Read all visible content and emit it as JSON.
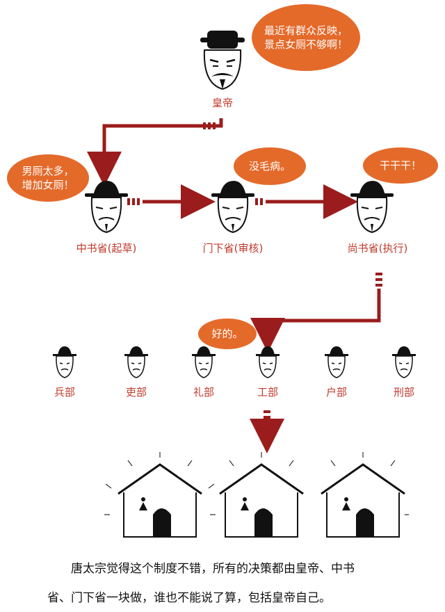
{
  "emperor": {
    "label": "皇帝",
    "speech": "最近有群众反映，景点女厕不够啊！"
  },
  "zhongshu": {
    "label": "中书省(起草)",
    "speech": "男厕太多，增加女厕！"
  },
  "menxia": {
    "label": "门下省(审核)",
    "speech": "没毛病。"
  },
  "shangshu": {
    "label": "尚书省(执行)",
    "speech": "干干干！"
  },
  "ministries": [
    {
      "label": "兵部"
    },
    {
      "label": "吏部"
    },
    {
      "label": "礼部"
    },
    {
      "label": "工部",
      "speech": "好的。"
    },
    {
      "label": "户部"
    },
    {
      "label": "刑部"
    }
  ],
  "caption": {
    "line1": "唐太宗觉得这个制度不错，所有的决策都由皇帝、中书",
    "line2": "省、门下省一块做，谁也不能说了算，包括皇帝自己。"
  },
  "colors": {
    "arrow": "#9b1c1c",
    "bubble": "#e46a2a",
    "label": "#c0392b"
  }
}
